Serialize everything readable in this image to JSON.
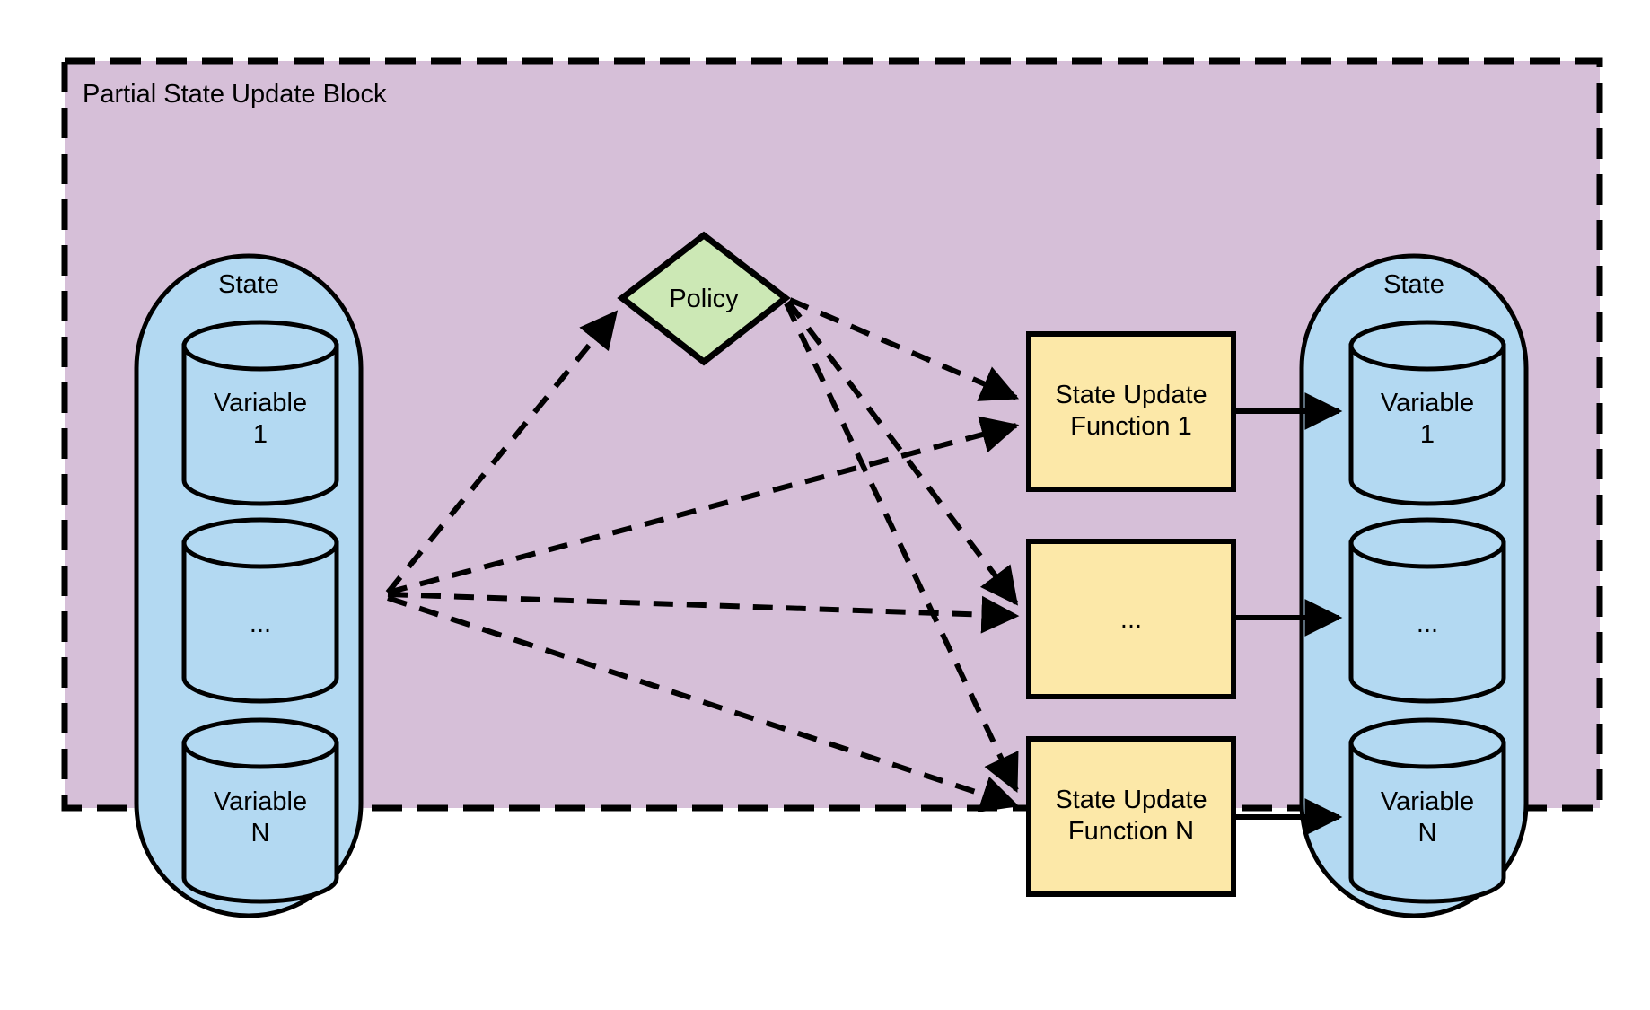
{
  "diagram": {
    "type": "flowchart",
    "title": "Partial State Update Block",
    "colors": {
      "block_fill": "#d6bfd8",
      "block_stroke": "#000000",
      "state_fill": "#b3d9f2",
      "state_stroke": "#000000",
      "policy_fill": "#cce8b5",
      "policy_stroke": "#000000",
      "function_fill": "#fce8a8",
      "function_stroke": "#000000",
      "edge_color": "#000000",
      "canvas": "#ffffff"
    }
  },
  "block": {
    "label": "Partial State Update Block",
    "border_style": "dashed"
  },
  "input_state": {
    "label": "State",
    "variables": [
      {
        "name": "variable-1",
        "label": "Variable\n1"
      },
      {
        "name": "variable-ellipsis",
        "label": "..."
      },
      {
        "name": "variable-n",
        "label": "Variable\nN"
      }
    ]
  },
  "policy": {
    "label": "Policy",
    "shape": "diamond"
  },
  "functions": [
    {
      "name": "state-update-function-1",
      "label": "State Update\nFunction 1"
    },
    {
      "name": "state-update-function-ellipsis",
      "label": "..."
    },
    {
      "name": "state-update-function-n",
      "label": "State Update\nFunction N"
    }
  ],
  "output_state": {
    "label": "State",
    "variables": [
      {
        "name": "variable-1",
        "label": "Variable\n1"
      },
      {
        "name": "variable-ellipsis",
        "label": "..."
      },
      {
        "name": "variable-n",
        "label": "Variable\nN"
      }
    ]
  },
  "edges": [
    {
      "name": "state-to-policy",
      "from": "input-state",
      "to": "policy",
      "style": "dashed",
      "arrow": "end"
    },
    {
      "name": "state-to-function-1",
      "from": "input-state",
      "to": "state-update-function-1",
      "style": "dashed",
      "arrow": "end"
    },
    {
      "name": "state-to-function-ellipsis",
      "from": "input-state",
      "to": "state-update-function-ellipsis",
      "style": "dashed",
      "arrow": "end"
    },
    {
      "name": "state-to-function-n",
      "from": "input-state",
      "to": "state-update-function-n",
      "style": "dashed",
      "arrow": "end"
    },
    {
      "name": "policy-to-function-1",
      "from": "policy",
      "to": "state-update-function-1",
      "style": "dashed",
      "arrow": "end"
    },
    {
      "name": "policy-to-function-ellipsis",
      "from": "policy",
      "to": "state-update-function-ellipsis",
      "style": "dashed",
      "arrow": "end"
    },
    {
      "name": "policy-to-function-n",
      "from": "policy",
      "to": "state-update-function-n",
      "style": "dashed",
      "arrow": "end"
    },
    {
      "name": "function-1-to-variable-1",
      "from": "state-update-function-1",
      "to": "output-variable-1",
      "style": "solid",
      "arrow": "end"
    },
    {
      "name": "function-ellipsis-to-variable-ellipsis",
      "from": "state-update-function-ellipsis",
      "to": "output-variable-ellipsis",
      "style": "solid",
      "arrow": "end"
    },
    {
      "name": "function-n-to-variable-n",
      "from": "state-update-function-n",
      "to": "output-variable-n",
      "style": "solid",
      "arrow": "end"
    }
  ]
}
